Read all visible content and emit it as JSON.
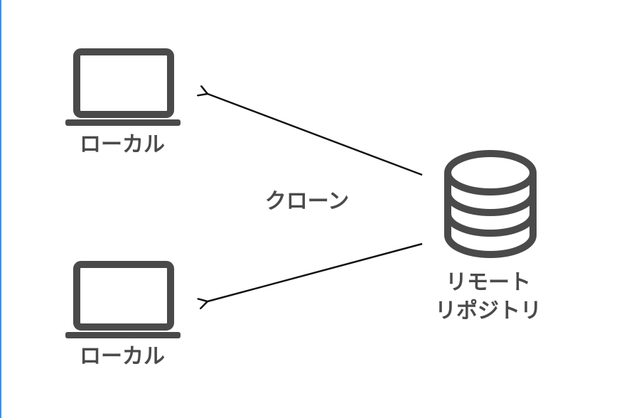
{
  "nodes": {
    "local_top": {
      "label": "ローカル",
      "icon": "laptop-icon"
    },
    "local_bottom": {
      "label": "ローカル",
      "icon": "laptop-icon"
    },
    "remote": {
      "label_line1": "リモート",
      "label_line2": "リポジトリ",
      "icon": "database-icon"
    }
  },
  "edges": {
    "clone_label": "クローン"
  },
  "colors": {
    "icon": "#4a4a4a",
    "arrow": "#111111",
    "text": "#4a4a4a",
    "left_border": "#4a90d9"
  }
}
